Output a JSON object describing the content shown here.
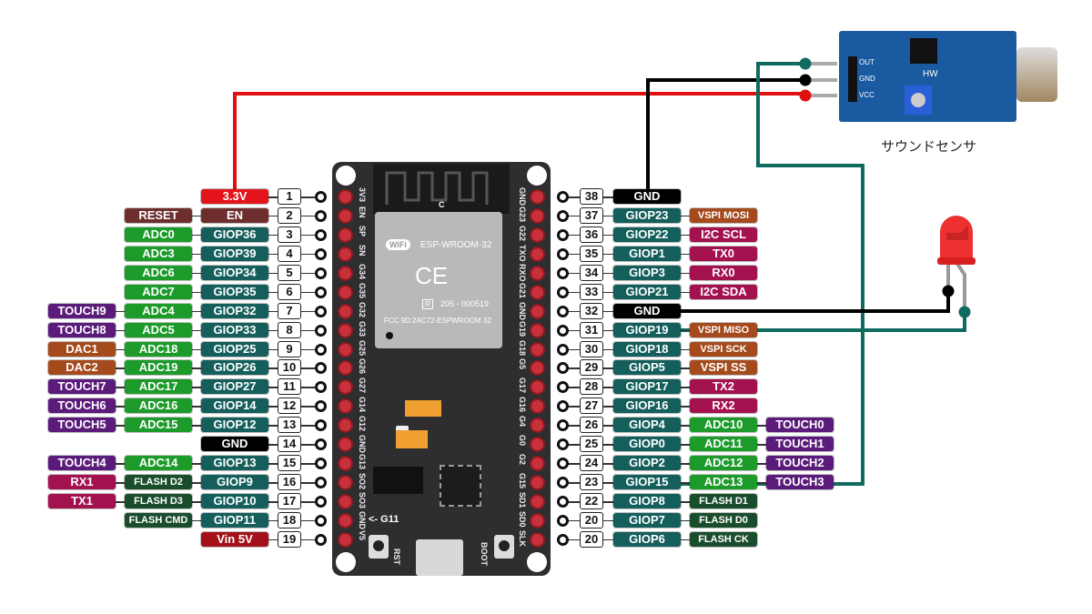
{
  "colors": {
    "power": "#e3141a",
    "en": "#6e2e2e",
    "adc": "#1c9b2b",
    "gpio": "#145f5c",
    "touch": "#5b1b7b",
    "dac": "#a44a1c",
    "uart": "#a3124f",
    "flash": "#1a4d2c",
    "gnd": "#000000",
    "vin": "#a3121a",
    "vspi": "#a44a1c",
    "i2c": "#a3124f",
    "wire_red": "#e01010",
    "wire_black": "#000000",
    "wire_teal": "#0f6a60",
    "board": "#2e2e30",
    "sensor": "#1a5aa0"
  },
  "left_pins": [
    {
      "num": "1",
      "labels": [
        {
          "t": "3.3V",
          "c": "power"
        }
      ]
    },
    {
      "num": "2",
      "labels": [
        {
          "t": "EN",
          "c": "en"
        },
        {
          "t": "RESET",
          "c": "en"
        }
      ]
    },
    {
      "num": "3",
      "labels": [
        {
          "t": "GIOP36",
          "c": "gpio"
        },
        {
          "t": "ADC0",
          "c": "adc"
        }
      ]
    },
    {
      "num": "4",
      "labels": [
        {
          "t": "GIOP39",
          "c": "gpio"
        },
        {
          "t": "ADC3",
          "c": "adc"
        }
      ]
    },
    {
      "num": "5",
      "labels": [
        {
          "t": "GIOP34",
          "c": "gpio"
        },
        {
          "t": "ADC6",
          "c": "adc"
        }
      ]
    },
    {
      "num": "6",
      "labels": [
        {
          "t": "GIOP35",
          "c": "gpio"
        },
        {
          "t": "ADC7",
          "c": "adc"
        }
      ]
    },
    {
      "num": "7",
      "labels": [
        {
          "t": "GIOP32",
          "c": "gpio"
        },
        {
          "t": "ADC4",
          "c": "adc"
        },
        {
          "t": "TOUCH9",
          "c": "touch"
        }
      ]
    },
    {
      "num": "8",
      "labels": [
        {
          "t": "GIOP33",
          "c": "gpio"
        },
        {
          "t": "ADC5",
          "c": "adc"
        },
        {
          "t": "TOUCH8",
          "c": "touch"
        }
      ]
    },
    {
      "num": "9",
      "labels": [
        {
          "t": "GIOP25",
          "c": "gpio"
        },
        {
          "t": "ADC18",
          "c": "adc"
        },
        {
          "t": "DAC1",
          "c": "dac"
        }
      ]
    },
    {
      "num": "10",
      "labels": [
        {
          "t": "GIOP26",
          "c": "gpio"
        },
        {
          "t": "ADC19",
          "c": "adc"
        },
        {
          "t": "DAC2",
          "c": "dac"
        }
      ]
    },
    {
      "num": "11",
      "labels": [
        {
          "t": "GIOP27",
          "c": "gpio"
        },
        {
          "t": "ADC17",
          "c": "adc"
        },
        {
          "t": "TOUCH7",
          "c": "touch"
        }
      ]
    },
    {
      "num": "12",
      "labels": [
        {
          "t": "GIOP14",
          "c": "gpio"
        },
        {
          "t": "ADC16",
          "c": "adc"
        },
        {
          "t": "TOUCH6",
          "c": "touch"
        }
      ]
    },
    {
      "num": "13",
      "labels": [
        {
          "t": "GIOP12",
          "c": "gpio"
        },
        {
          "t": "ADC15",
          "c": "adc"
        },
        {
          "t": "TOUCH5",
          "c": "touch"
        }
      ]
    },
    {
      "num": "14",
      "labels": [
        {
          "t": "GND",
          "c": "gnd"
        }
      ]
    },
    {
      "num": "15",
      "labels": [
        {
          "t": "GIOP13",
          "c": "gpio"
        },
        {
          "t": "ADC14",
          "c": "adc"
        },
        {
          "t": "TOUCH4",
          "c": "touch"
        }
      ]
    },
    {
      "num": "16",
      "labels": [
        {
          "t": "GIOP9",
          "c": "gpio"
        },
        {
          "t": "FLASH D2",
          "c": "flash"
        },
        {
          "t": "RX1",
          "c": "uart"
        }
      ]
    },
    {
      "num": "17",
      "labels": [
        {
          "t": "GIOP10",
          "c": "gpio"
        },
        {
          "t": "FLASH D3",
          "c": "flash"
        },
        {
          "t": "TX1",
          "c": "uart"
        }
      ]
    },
    {
      "num": "18",
      "labels": [
        {
          "t": "GIOP11",
          "c": "gpio"
        },
        {
          "t": "FLASH CMD",
          "c": "flash"
        }
      ]
    },
    {
      "num": "19",
      "labels": [
        {
          "t": "Vin 5V",
          "c": "vin"
        }
      ]
    }
  ],
  "right_pins": [
    {
      "num": "38",
      "labels": [
        {
          "t": "GND",
          "c": "gnd"
        }
      ]
    },
    {
      "num": "37",
      "labels": [
        {
          "t": "GIOP23",
          "c": "gpio"
        },
        {
          "t": "VSPI MOSI",
          "c": "vspi"
        }
      ]
    },
    {
      "num": "36",
      "labels": [
        {
          "t": "GIOP22",
          "c": "gpio"
        },
        {
          "t": "I2C SCL",
          "c": "i2c"
        }
      ]
    },
    {
      "num": "35",
      "labels": [
        {
          "t": "GIOP1",
          "c": "gpio"
        },
        {
          "t": "TX0",
          "c": "uart"
        }
      ]
    },
    {
      "num": "34",
      "labels": [
        {
          "t": "GIOP3",
          "c": "gpio"
        },
        {
          "t": "RX0",
          "c": "uart"
        }
      ]
    },
    {
      "num": "33",
      "labels": [
        {
          "t": "GIOP21",
          "c": "gpio"
        },
        {
          "t": "I2C SDA",
          "c": "i2c"
        }
      ]
    },
    {
      "num": "32",
      "labels": [
        {
          "t": "GND",
          "c": "gnd"
        }
      ]
    },
    {
      "num": "31",
      "labels": [
        {
          "t": "GIOP19",
          "c": "gpio"
        },
        {
          "t": "VSPI MISO",
          "c": "vspi"
        }
      ]
    },
    {
      "num": "30",
      "labels": [
        {
          "t": "GIOP18",
          "c": "gpio"
        },
        {
          "t": "VSPI SCK",
          "c": "vspi"
        }
      ]
    },
    {
      "num": "29",
      "labels": [
        {
          "t": "GIOP5",
          "c": "gpio"
        },
        {
          "t": "VSPI SS",
          "c": "vspi"
        }
      ]
    },
    {
      "num": "28",
      "labels": [
        {
          "t": "GIOP17",
          "c": "gpio"
        },
        {
          "t": "TX2",
          "c": "uart"
        }
      ]
    },
    {
      "num": "27",
      "labels": [
        {
          "t": "GIOP16",
          "c": "gpio"
        },
        {
          "t": "RX2",
          "c": "uart"
        }
      ]
    },
    {
      "num": "26",
      "labels": [
        {
          "t": "GIOP4",
          "c": "gpio"
        },
        {
          "t": "ADC10",
          "c": "adc"
        },
        {
          "t": "TOUCH0",
          "c": "touch"
        }
      ]
    },
    {
      "num": "25",
      "labels": [
        {
          "t": "GIOP0",
          "c": "gpio"
        },
        {
          "t": "ADC11",
          "c": "adc"
        },
        {
          "t": "TOUCH1",
          "c": "touch"
        }
      ]
    },
    {
      "num": "24",
      "labels": [
        {
          "t": "GIOP2",
          "c": "gpio"
        },
        {
          "t": "ADC12",
          "c": "adc"
        },
        {
          "t": "TOUCH2",
          "c": "touch"
        }
      ]
    },
    {
      "num": "23",
      "labels": [
        {
          "t": "GIOP15",
          "c": "gpio"
        },
        {
          "t": "ADC13",
          "c": "adc"
        },
        {
          "t": "TOUCH3",
          "c": "touch"
        }
      ]
    },
    {
      "num": "22",
      "labels": [
        {
          "t": "GIOP8",
          "c": "gpio"
        },
        {
          "t": "FLASH D1",
          "c": "flash"
        }
      ]
    },
    {
      "num": "20",
      "labels": [
        {
          "t": "GIOP7",
          "c": "gpio"
        },
        {
          "t": "FLASH D0",
          "c": "flash"
        }
      ]
    },
    {
      "num": "20",
      "labels": [
        {
          "t": "GIOP6",
          "c": "gpio"
        },
        {
          "t": "FLASH CK",
          "c": "flash"
        }
      ]
    }
  ],
  "board": {
    "left_silk": [
      "3V3",
      "EN",
      "SP",
      "SN",
      "G34",
      "G35",
      "G32",
      "G33",
      "G25",
      "G26",
      "G27",
      "G14",
      "G12",
      "GND",
      "G13",
      "SO2",
      "SO3",
      "GND",
      "V5"
    ],
    "right_silk": [
      "GND",
      "G23",
      "G22",
      "TXO",
      "RXO",
      "G21",
      "GND",
      "G19",
      "G18",
      "G5",
      "G17",
      "G16",
      "G4",
      "G0",
      "G2",
      "G15",
      "SD1",
      "SD0",
      "SLK"
    ],
    "module_title": "ESP-WROOM-32",
    "module_wifi": "WiFi",
    "module_ce": "CE",
    "module_cert": "205 - 000519",
    "module_reg": "R",
    "module_fcc": "FCC 9D:2AC72-ESPWROOM 32",
    "antenna_mark": "C",
    "g11_label": "<- G11",
    "rst_label": "RST",
    "boot_label": "BOOT"
  },
  "sensor": {
    "out_label": "OUT",
    "gnd_label": "GND",
    "vcc_label": "VCC",
    "maker": "HW",
    "caption": "サウンドセンサ"
  }
}
